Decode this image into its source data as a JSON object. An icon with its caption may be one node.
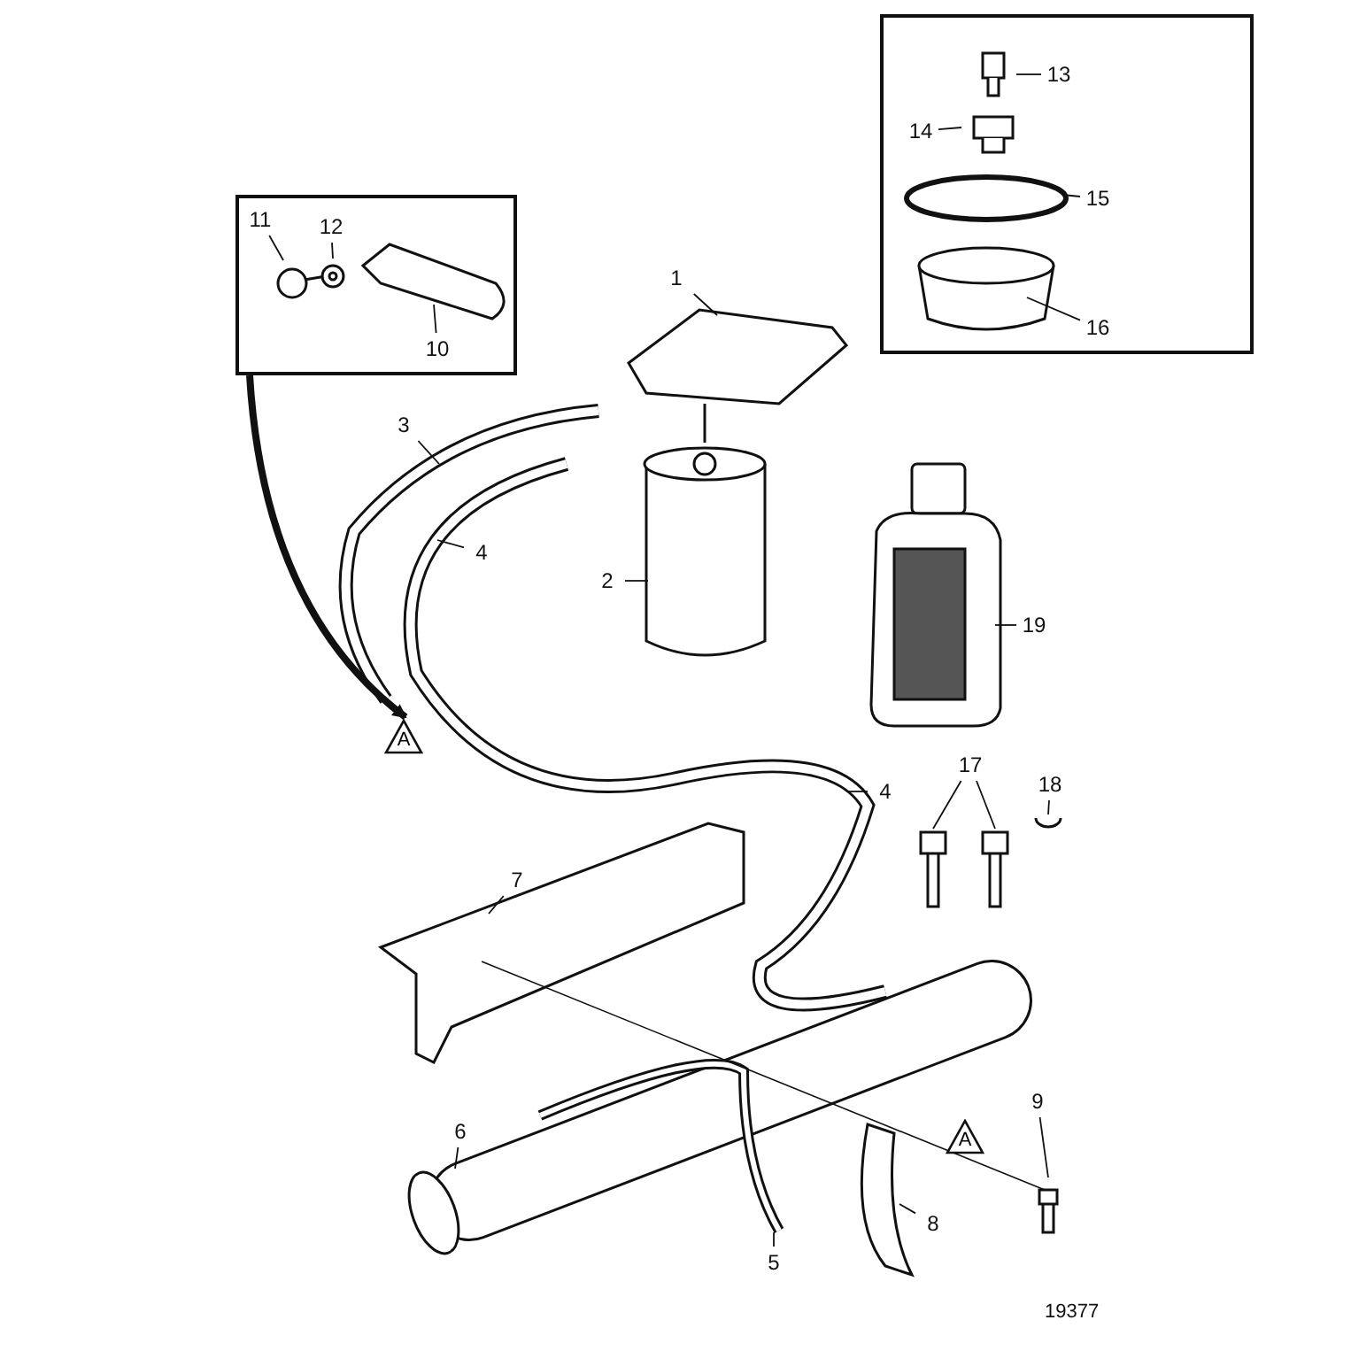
{
  "diagram": {
    "nodes": [
      {
        "text": [],
        "shape": "box"
      },
      {
        "text": [
          "13"
        ],
        "in": 0
      },
      {
        "text": [
          "14"
        ],
        "in": 0
      },
      {
        "text": [
          "15"
        ],
        "in": 0
      },
      {
        "text": [
          "16"
        ],
        "in": 0
      },
      {
        "text": [],
        "shape": "box"
      },
      {
        "text": [
          "11"
        ],
        "in": 5
      },
      {
        "text": [
          "12"
        ],
        "in": 5
      },
      {
        "text": [
          "10"
        ],
        "in": 5
      },
      {
        "text": [
          "1"
        ]
      },
      {
        "text": [
          "3"
        ]
      },
      {
        "text": [
          "4"
        ]
      },
      {
        "text": [
          "2"
        ]
      },
      {
        "text": [
          "19"
        ]
      },
      {
        "text": [
          "A"
        ]
      },
      {
        "text": [
          "4"
        ]
      },
      {
        "text": [
          "17"
        ]
      },
      {
        "text": [
          "18"
        ]
      },
      {
        "text": [
          "7"
        ]
      },
      {
        "text": [
          "A"
        ]
      },
      {
        "text": [
          "6"
        ]
      },
      {
        "text": [
          "9"
        ]
      },
      {
        "text": [
          "8"
        ]
      },
      {
        "text": [
          "5"
        ]
      }
    ],
    "edges": [
      {
        "from": 1,
        "to": null,
        "arrow": "none"
      },
      {
        "from": 2,
        "to": null,
        "arrow": "none"
      },
      {
        "from": 3,
        "to": null,
        "arrow": "none"
      },
      {
        "from": 4,
        "to": null,
        "arrow": "none"
      },
      {
        "from": 6,
        "to": null,
        "arrow": "none"
      },
      {
        "from": 7,
        "to": null,
        "arrow": "none"
      },
      {
        "from": 8,
        "to": null,
        "arrow": "none"
      },
      {
        "from": 9,
        "to": null,
        "arrow": "none"
      },
      {
        "from": 10,
        "to": null,
        "arrow": "none"
      },
      {
        "from": 11,
        "to": null,
        "arrow": "none"
      },
      {
        "from": 12,
        "to": null,
        "arrow": "none"
      },
      {
        "from": 13,
        "to": null,
        "arrow": "none"
      },
      {
        "from": 15,
        "to": null,
        "arrow": "none"
      },
      {
        "from": 16,
        "to": null,
        "arrow": "none"
      },
      {
        "from": 16,
        "to": null,
        "arrow": "none"
      },
      {
        "from": 17,
        "to": null,
        "arrow": "none"
      },
      {
        "from": 18,
        "to": null,
        "arrow": "none"
      },
      {
        "from": 20,
        "to": null,
        "arrow": "none"
      },
      {
        "from": 21,
        "to": null,
        "arrow": "none"
      },
      {
        "from": 22,
        "to": null,
        "arrow": "none"
      },
      {
        "from": 23,
        "to": null,
        "arrow": "none"
      },
      {
        "from": 5,
        "to": 14,
        "arrow": "to",
        "style": "thick"
      }
    ],
    "labels": [
      "19377"
    ]
  }
}
